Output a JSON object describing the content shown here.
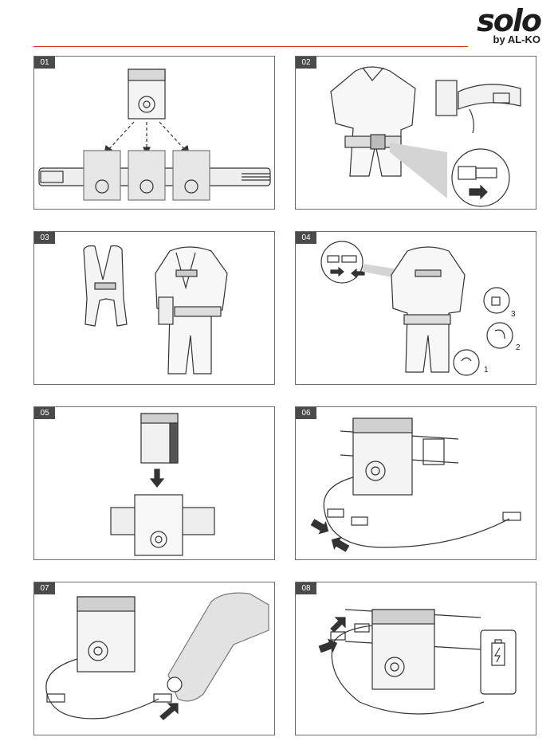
{
  "brand": {
    "name": "solo",
    "sub": "by AL-KO"
  },
  "panels": [
    {
      "number": "01"
    },
    {
      "number": "02"
    },
    {
      "number": "03"
    },
    {
      "number": "04",
      "callouts": [
        "1",
        "2",
        "3"
      ]
    },
    {
      "number": "05"
    },
    {
      "number": "06"
    },
    {
      "number": "07"
    },
    {
      "number": "08"
    }
  ]
}
